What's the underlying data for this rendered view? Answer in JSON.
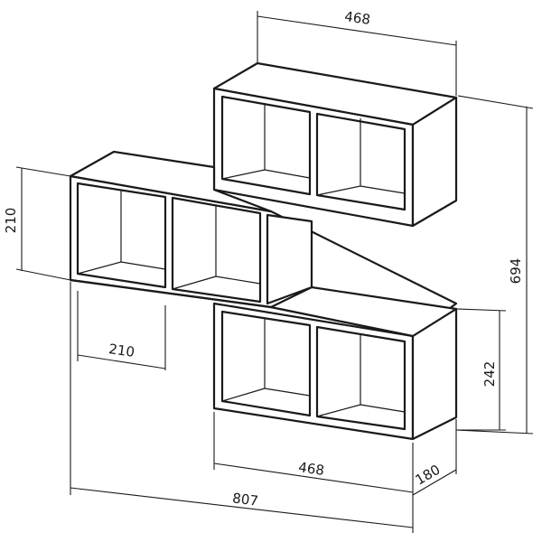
{
  "diagram": {
    "dimensions": {
      "top_width": "468",
      "overall_height": "694",
      "left_height": "210",
      "left_cell_width": "210",
      "right_height": "242",
      "bottom_width": "468",
      "depth": "180",
      "overall_width": "807"
    }
  }
}
